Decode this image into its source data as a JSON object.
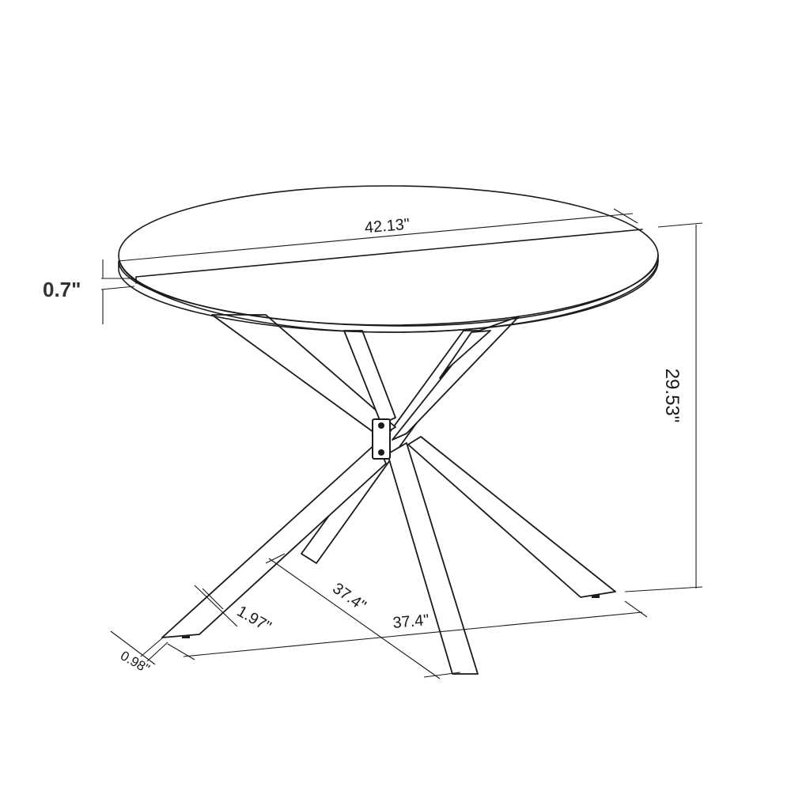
{
  "dimensions": {
    "tabletop_diameter": "42.13\"",
    "tabletop_thickness": "0.7\"",
    "table_height": "29.53\"",
    "base_span_depth": "37.4\"",
    "base_span_width": "37.4\"",
    "leg_width": "1.97\"",
    "leg_thickness": "0.98\""
  },
  "colors": {
    "line": "#1a1a1a",
    "background": "#ffffff"
  }
}
